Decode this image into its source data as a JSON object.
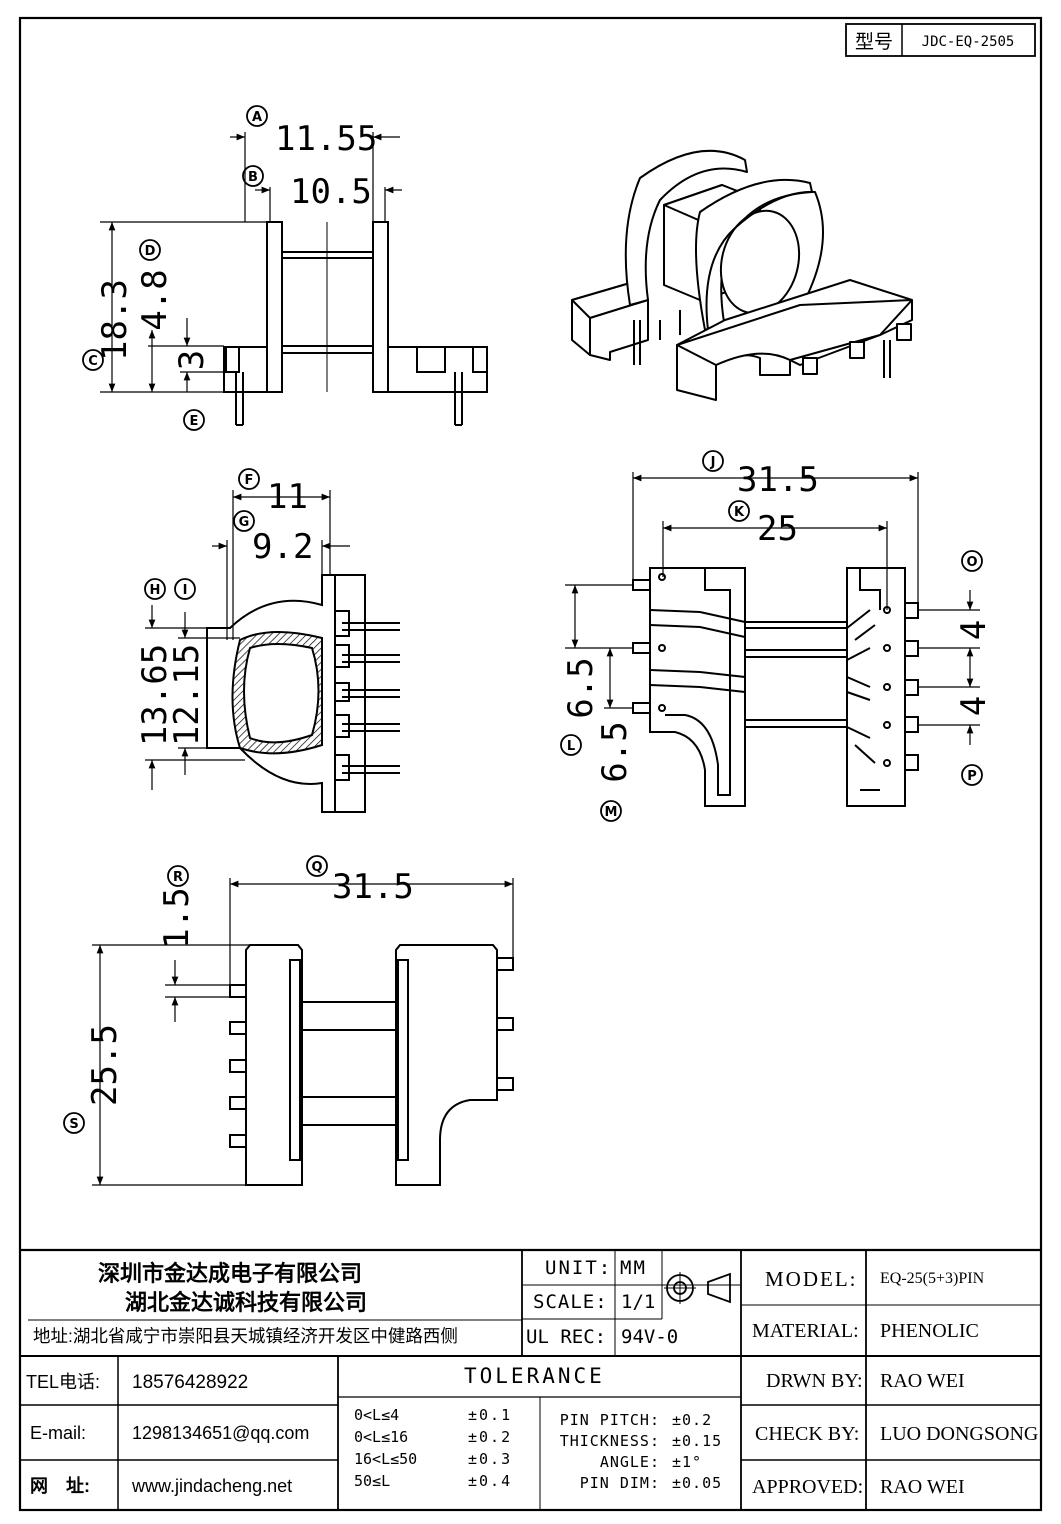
{
  "model_box": {
    "label": "型号",
    "value": "JDC-EQ-2505"
  },
  "dims": {
    "a": "11.55",
    "b": "10.5",
    "c": "18.3",
    "d": "4.8",
    "e": "3",
    "f": "11",
    "g": "9.2",
    "h": "13.65",
    "i": "12.15",
    "j": "31.5",
    "k": "25",
    "l": "6.5",
    "m": "6.5",
    "o": "4",
    "p": "4",
    "q": "31.5",
    "r": "1.5",
    "s": "25.5"
  },
  "markers": {
    "a": "A",
    "b": "B",
    "c": "C",
    "d": "D",
    "e": "E",
    "f": "F",
    "g": "G",
    "h": "H",
    "i": "I",
    "j": "J",
    "k": "K",
    "l": "L",
    "m": "M",
    "o": "O",
    "p": "P",
    "q": "Q",
    "r": "R",
    "s": "S"
  },
  "company": {
    "name1": "深圳市金达成电子有限公司",
    "name2": "湖北金达诚科技有限公司",
    "address": "地址:湖北省咸宁市崇阳县天城镇经济开发区中健路西侧"
  },
  "contact": {
    "tel_label": "TEL电话:",
    "tel": "18576428922",
    "email_label": "E-mail:",
    "email": "1298134651@qq.com",
    "web_label": "网　址:",
    "web": "www.jindacheng.net"
  },
  "specs": {
    "unit_label": "UNIT:",
    "unit": "MM",
    "scale_label": "SCALE:",
    "scale": "1/1",
    "ul_label": "UL REC:",
    "ul": "94V-0"
  },
  "tolerance": {
    "title": "TOLERANCE",
    "rows": [
      {
        "range": "0<L≤4",
        "value": "±0.1"
      },
      {
        "range": "0<L≤16",
        "value": "±0.2"
      },
      {
        "range": "16<L≤50",
        "value": "±0.3"
      },
      {
        "range": "50≤L",
        "value": "±0.4"
      }
    ],
    "pins": [
      {
        "label": "PIN PITCH:",
        "value": "±0.2"
      },
      {
        "label": "THICKNESS:",
        "value": "±0.15"
      },
      {
        "label": "ANGLE:",
        "value": "±1°"
      },
      {
        "label": "PIN DIM:",
        "value": "±0.05"
      }
    ]
  },
  "info": {
    "model_label": "MODEL:",
    "model": "EQ-25(5+3)PIN",
    "material_label": "MATERIAL:",
    "material": "PHENOLIC",
    "drawn_label": "DRWN BY:",
    "drawn": "RAO WEI",
    "check_label": "CHECK BY:",
    "check": "LUO DONGSONG",
    "approved_label": "APPROVED:",
    "approved": "RAO WEI"
  }
}
